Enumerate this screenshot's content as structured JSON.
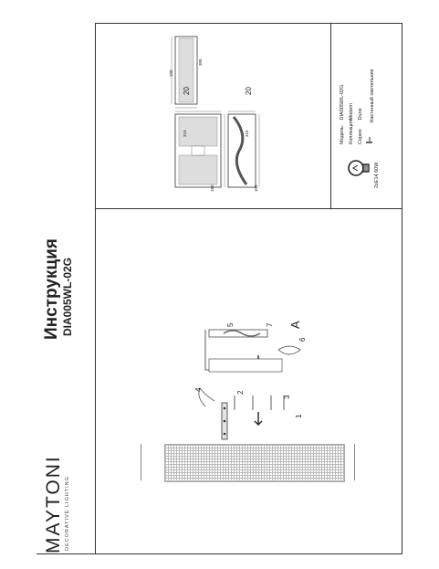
{
  "brand": {
    "name": "MAYTONI",
    "tagline": "DECORATIVE LIGHTING"
  },
  "document": {
    "title": "Инструкция",
    "model": "DIA005WL-02G"
  },
  "spec": {
    "rows": [
      {
        "label": "Модель:",
        "value": "DIA005WL-02G"
      },
      {
        "label": "Коллекция:",
        "value": "Modern"
      },
      {
        "label": "Серия:",
        "value": "Dune"
      },
      {
        "label": "",
        "value": "Настенный светильник"
      }
    ],
    "bulb": "2xE14 60W"
  },
  "drawing": {
    "dims": {
      "top_width": "100",
      "top_depth": "300",
      "depth_a": "20",
      "depth_b": "20",
      "height_a": "310",
      "height_b": "310",
      "base_a": "160",
      "base_b": "100"
    },
    "callouts": [
      "1",
      "2",
      "3",
      "4",
      "5",
      "6",
      "7",
      "A"
    ]
  }
}
